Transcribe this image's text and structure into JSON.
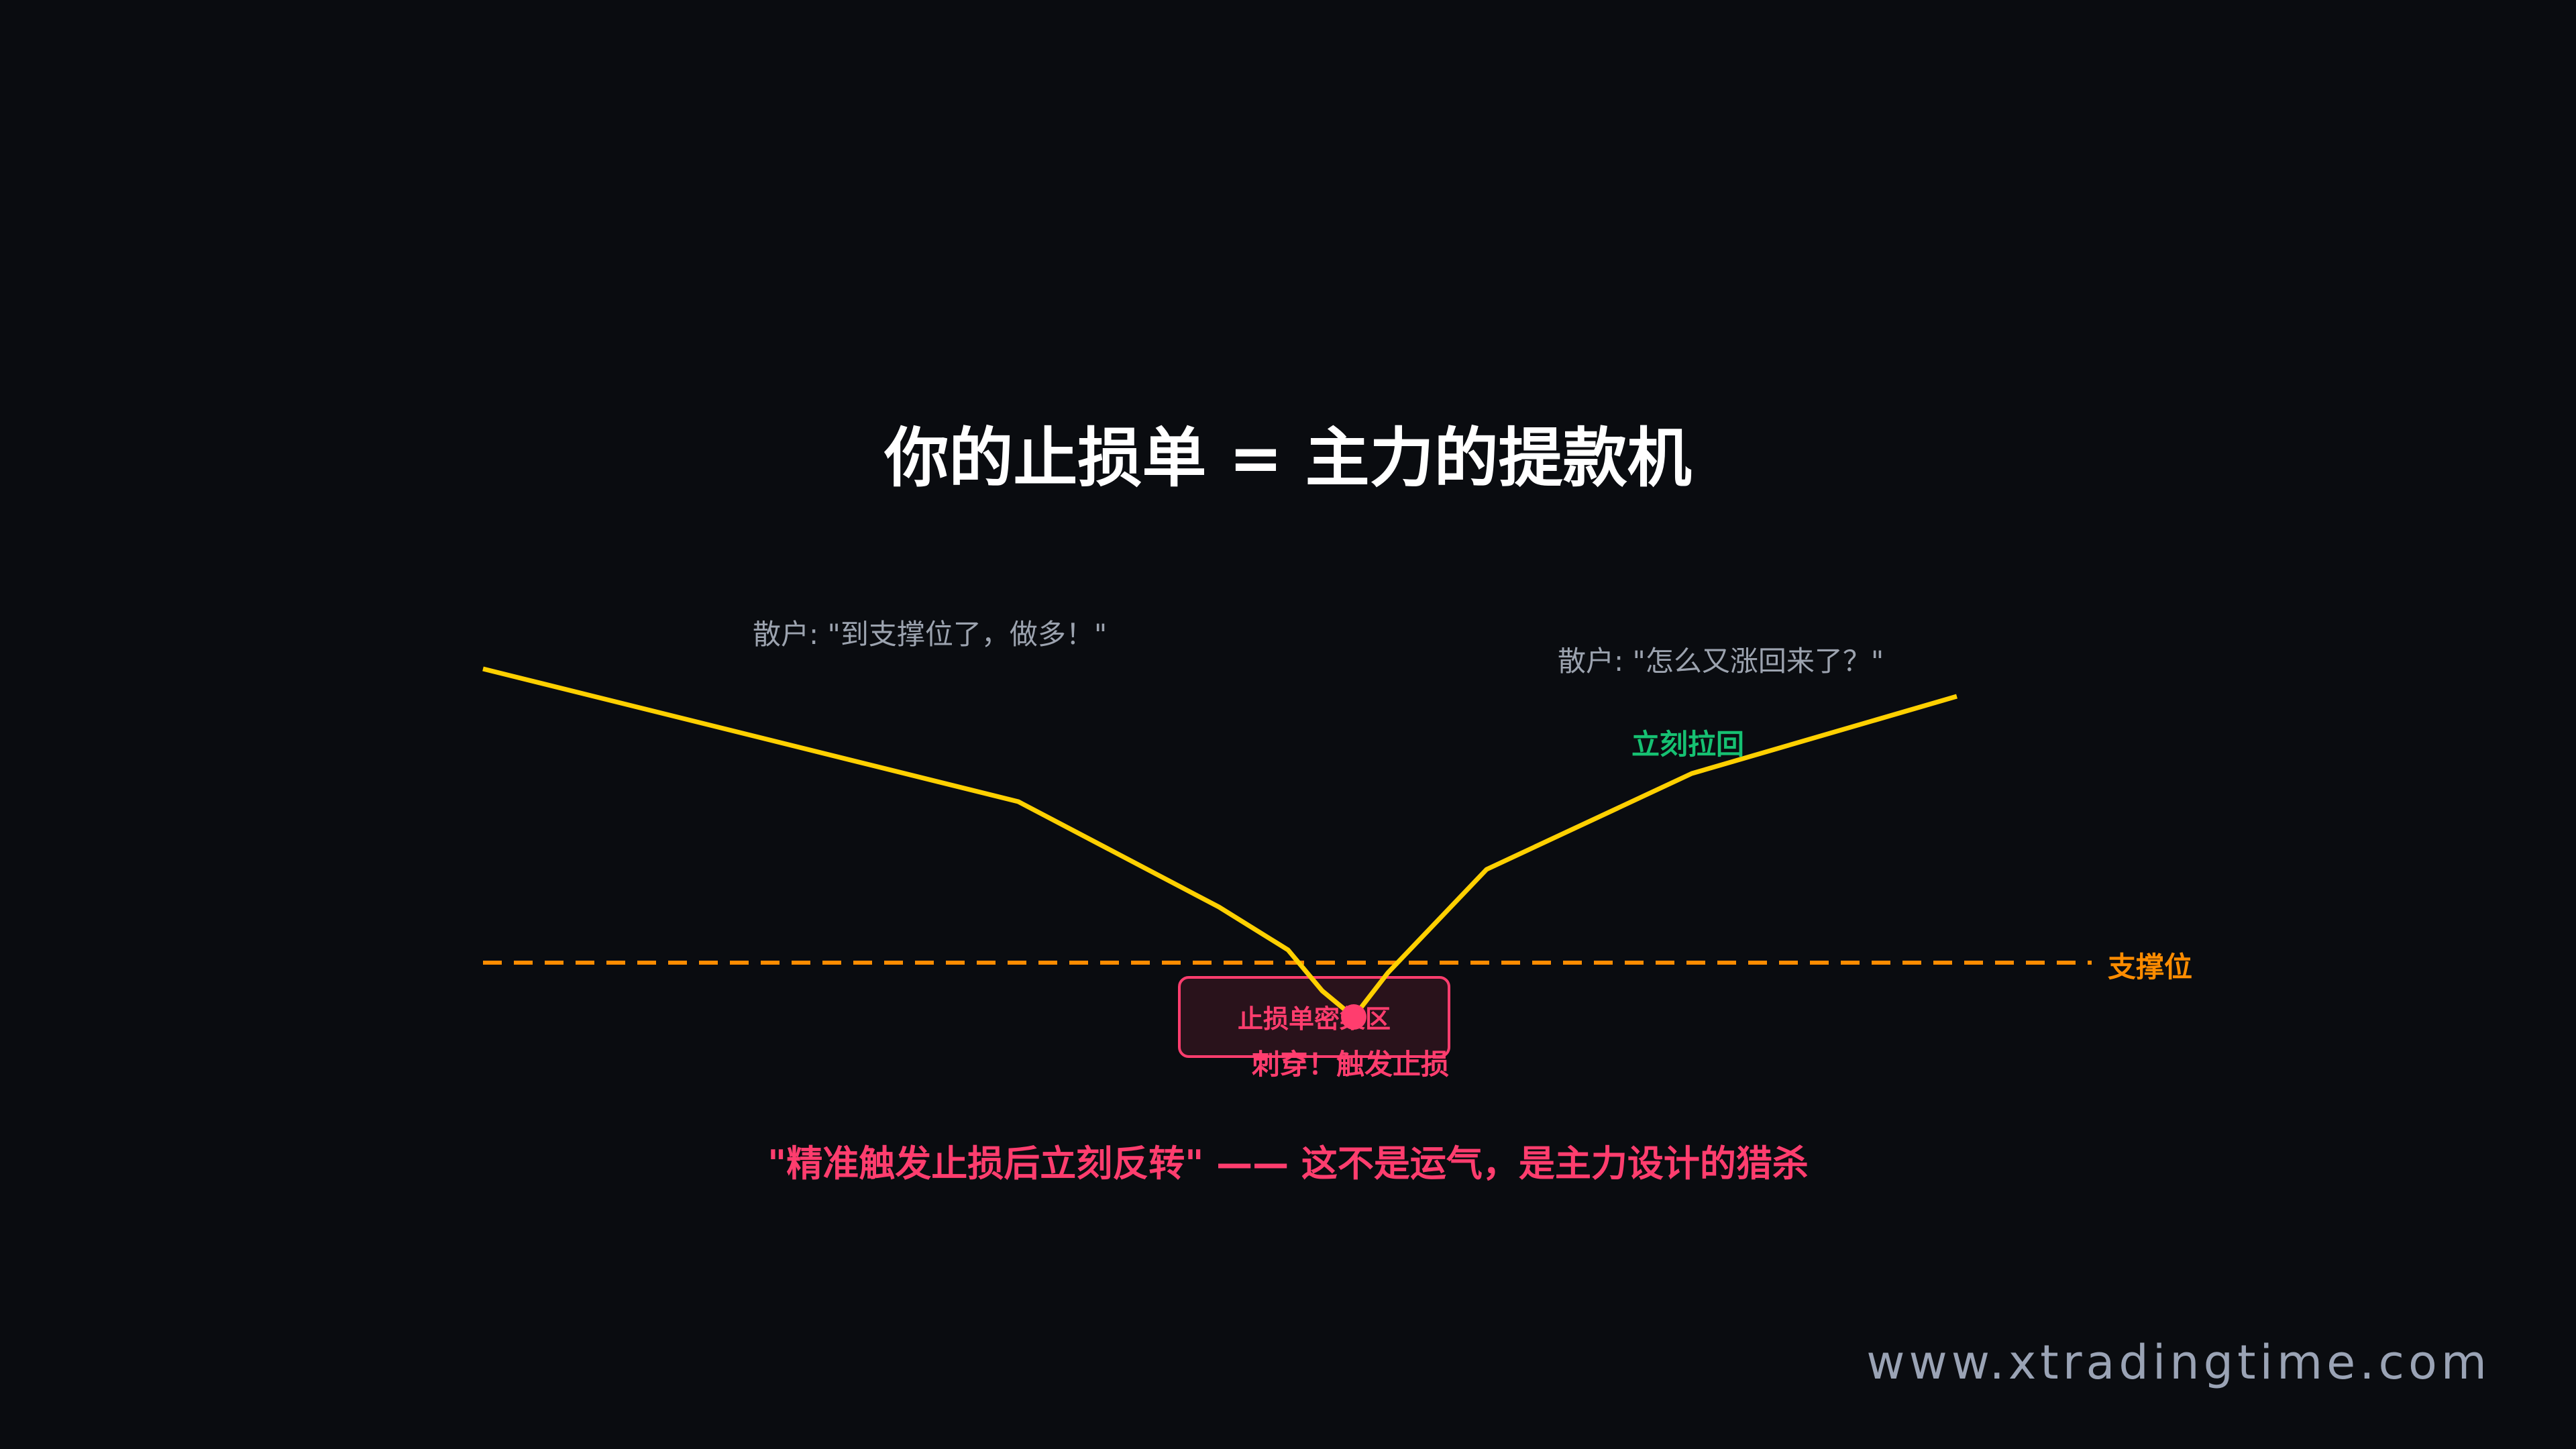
{
  "title": "你的止损单 = 主力的提款机",
  "annotations": {
    "retail_left": "散户: \"到支撑位了，做多！\"",
    "retail_right": "散户: \"怎么又涨回来了？\"",
    "pullback": "立刻拉回",
    "support": "支撑位",
    "stop_zone": "止损单密集区",
    "pierce": "刺穿！触发止损"
  },
  "caption": "\"精准触发止损后立刻反转\" —— 这不是运气，是主力设计的猎杀",
  "watermark": "www.xtradingtime.com",
  "colors": {
    "background": "#0a0c10",
    "price_line": "#ffd000",
    "support_line": "#ff8c00",
    "stop_zone": "#ff3d6e",
    "pullback": "#16c172",
    "retail_text": "#9ca3af"
  }
}
